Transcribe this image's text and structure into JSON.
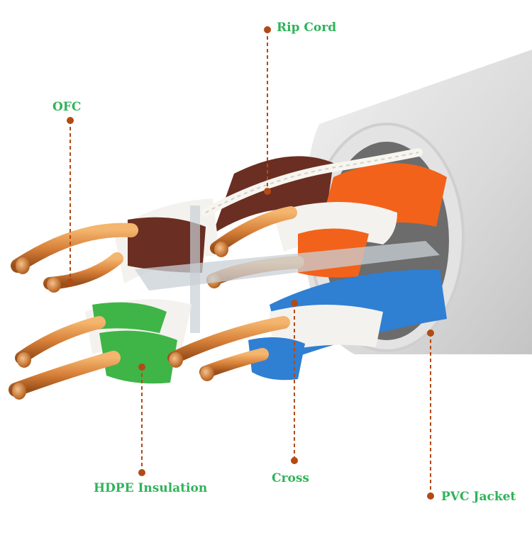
{
  "labels": {
    "rip_cord": "Rip Cord",
    "ofc": "OFC",
    "hdpe": "HDPE Insulation",
    "cross": "Cross",
    "pvc": "PVC Jacket"
  },
  "colors": {
    "label_text": "#2fb35a",
    "callout": "#b24a16",
    "jacket": "#dcdcdc",
    "copper": "#d9823a",
    "brown": "#6a2e22",
    "orange": "#f2621a",
    "green": "#3fb548",
    "blue": "#2f7fd3",
    "white_insulation": "#f4f2ee",
    "separator": "#c9d0d6"
  }
}
